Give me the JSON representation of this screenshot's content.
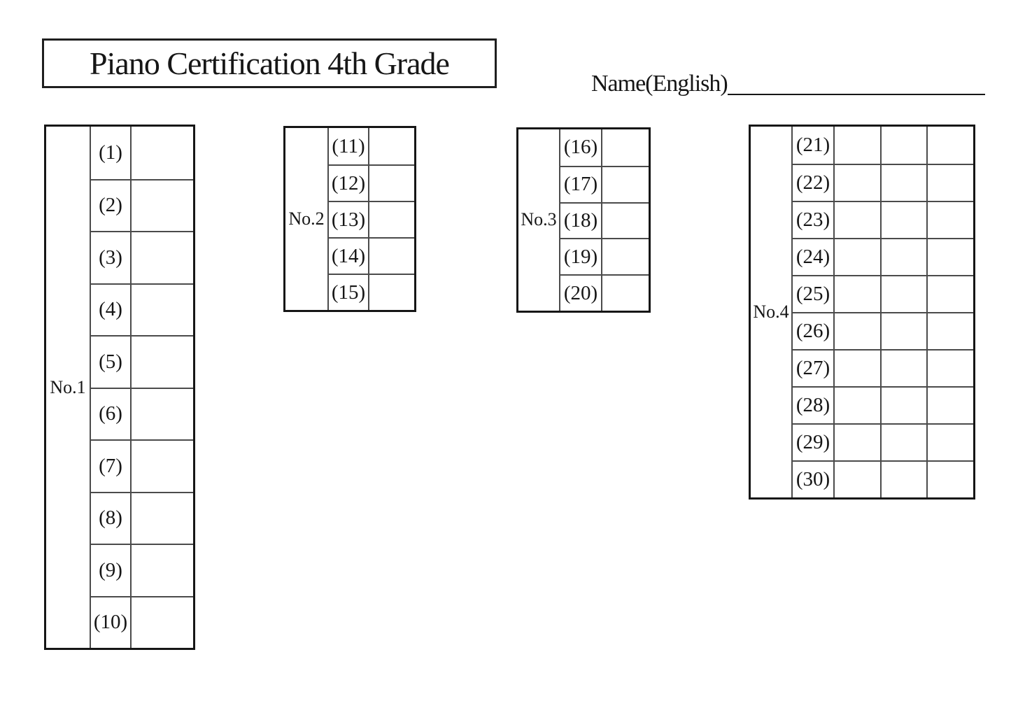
{
  "page": {
    "title": "Piano Certification 4th Grade",
    "name_label": "Name(English)"
  },
  "tables": [
    {
      "label": "No.1",
      "answer_columns": 1,
      "items": [
        "(1)",
        "(2)",
        "(3)",
        "(4)",
        "(5)",
        "(6)",
        "(7)",
        "(8)",
        "(9)",
        "(10)"
      ]
    },
    {
      "label": "No.2",
      "answer_columns": 1,
      "items": [
        "(11)",
        "(12)",
        "(13)",
        "(14)",
        "(15)"
      ]
    },
    {
      "label": "No.3",
      "answer_columns": 1,
      "items": [
        "(16)",
        "(17)",
        "(18)",
        "(19)",
        "(20)"
      ]
    },
    {
      "label": "No.4",
      "answer_columns": 3,
      "items": [
        "(21)",
        "(22)",
        "(23)",
        "(24)",
        "(25)",
        "(26)",
        "(27)",
        "(28)",
        "(29)",
        "(30)"
      ]
    }
  ],
  "colors": {
    "ink": "#161616",
    "grid_line": "#4b4b4b",
    "background": "#ffffff"
  }
}
